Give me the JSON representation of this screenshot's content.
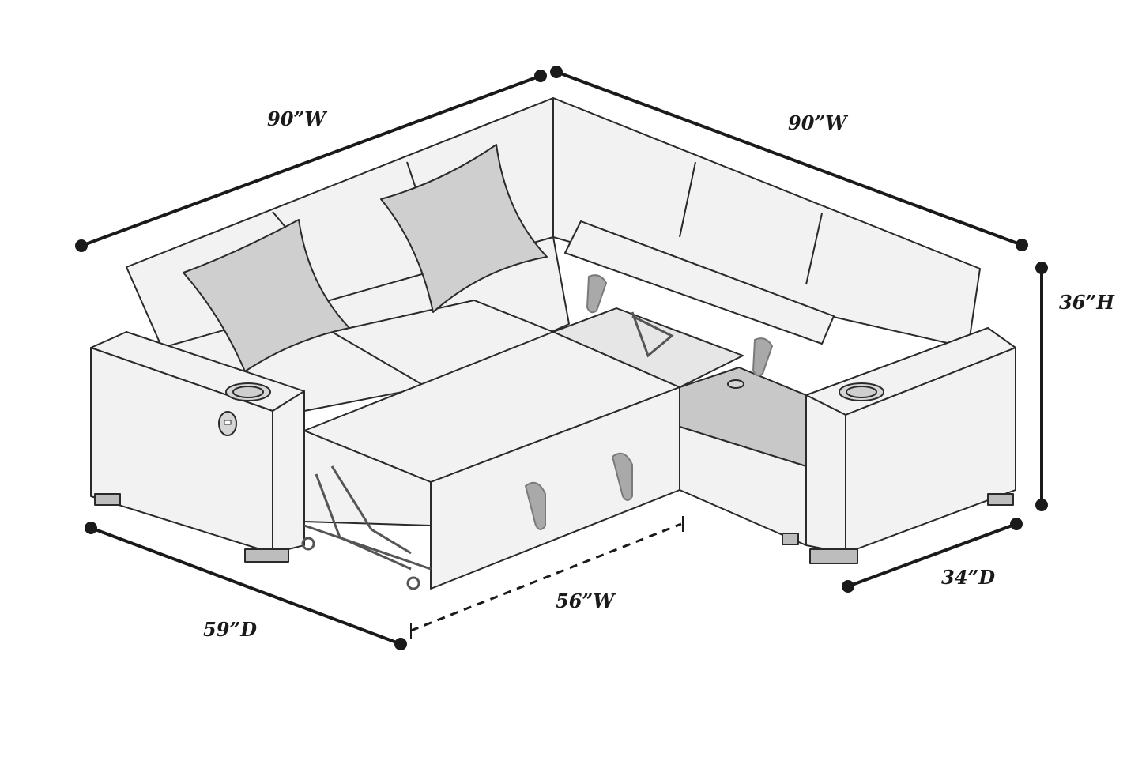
{
  "title": "L-shaped sectional sofa with pull-out bed and storage chaise — dimension diagram",
  "dimensions": {
    "back_left_width": "90”W",
    "back_right_width": "90”W",
    "height": "36”H",
    "right_depth": "34”D",
    "left_depth": "59”D",
    "pullout_width": "56”W"
  },
  "colors": {
    "outline": "#2a2a2a",
    "fabric": "#f2f2f2",
    "pillow": "#cfcfcf",
    "shadow": "#bdbdbd",
    "dimension_line": "#1a1a1a",
    "straps": "#a9a9a9"
  },
  "features": [
    "cup-holder-left-arm",
    "usb-port-left-arm",
    "cup-holder-right-arm",
    "lift-up-storage-chaise",
    "pull-out-sleeper-bed",
    "two-throw-pillows"
  ]
}
